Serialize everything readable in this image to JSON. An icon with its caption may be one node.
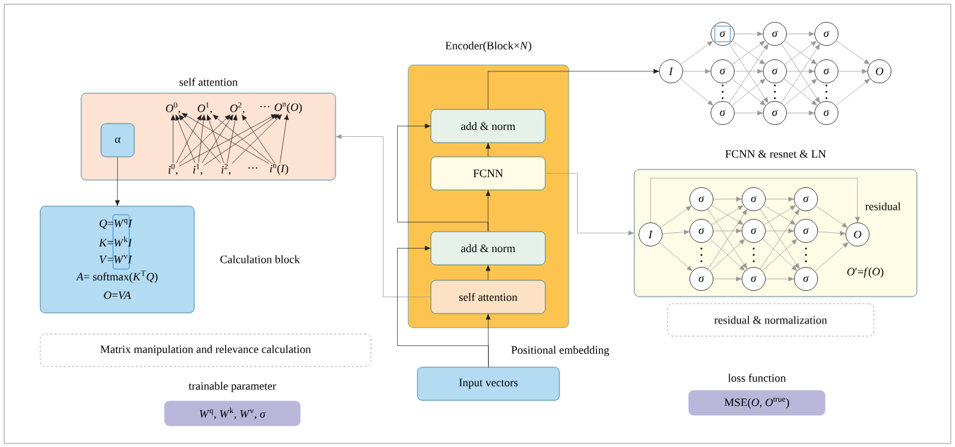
{
  "diagram": {
    "nodes": [
      {
        "text": [
          "self attention"
        ]
      },
      {
        "text": [
          "α"
        ],
        "in": 0
      },
      {
        "text": [
          "*O*$^{0}$,"
        ],
        "in": 0
      },
      {
        "text": [
          "*O*$^{1}$,"
        ],
        "in": 0
      },
      {
        "text": [
          "*O*$^{2}$,"
        ],
        "in": 0
      },
      {
        "text": [
          "*O*$^{n}$(*O*)"
        ],
        "in": 0
      },
      {
        "text": [
          "*i*$^{0}$,"
        ],
        "in": 0
      },
      {
        "text": [
          "*i*$^{1}$,"
        ],
        "in": 0
      },
      {
        "text": [
          "*i*$^{2}$,"
        ],
        "in": 0
      },
      {
        "text": [
          "*i*$^{n}$(*I*)"
        ],
        "in": 0
      },
      {
        "text": [
          "*Q*=*W*$^{q}$*I*",
          "*K*=*W*$^{k}$*I*",
          "*V*=*W*$^{v}$*I*",
          "*A*= softmax(*K*$^{T}$*Q*)",
          "*O*=*VA*"
        ],
        "beside": [
          "Calculation block"
        ]
      },
      {
        "text": [
          "Matrix manipulation and relevance calculation"
        ]
      },
      {
        "text": [
          "trainable parameter",
          "*W*$^{q}$, *W*$^{k}$, *W*$^{v}$, *σ*"
        ]
      },
      {
        "text": [
          "Encoder(Block×*N*)"
        ]
      },
      {
        "text": [
          "add & norm"
        ],
        "in": 13
      },
      {
        "text": [
          "FCNN"
        ],
        "in": 13
      },
      {
        "text": [
          "add & norm"
        ],
        "in": 13
      },
      {
        "text": [
          "self attention"
        ],
        "in": 13
      },
      {
        "text": [
          "Input vectors"
        ]
      },
      {
        "text": [
          "*I*"
        ]
      },
      {
        "text": [
          "*σ*"
        ]
      },
      {
        "text": [
          "*σ*"
        ]
      },
      {
        "text": [
          "*σ*"
        ]
      },
      {
        "text": [
          "*σ*"
        ]
      },
      {
        "text": [
          "*σ*"
        ]
      },
      {
        "text": [
          "*σ*"
        ]
      },
      {
        "text": [
          "*σ*"
        ]
      },
      {
        "text": [
          "*σ*"
        ]
      },
      {
        "text": [
          "*σ*"
        ]
      },
      {
        "text": [
          "*O*"
        ]
      },
      {
        "text": [
          "FCNN & resnet & LN"
        ]
      },
      {
        "text": [
          "*I*"
        ],
        "in": 30
      },
      {
        "text": [
          "*σ*"
        ],
        "in": 30
      },
      {
        "text": [
          "*σ*"
        ],
        "in": 30
      },
      {
        "text": [
          "*σ*"
        ],
        "in": 30
      },
      {
        "text": [
          "*σ*"
        ],
        "in": 30
      },
      {
        "text": [
          "*σ*"
        ],
        "in": 30
      },
      {
        "text": [
          "*σ*"
        ],
        "in": 30
      },
      {
        "text": [
          "*σ*"
        ],
        "in": 30
      },
      {
        "text": [
          "*σ*"
        ],
        "in": 30
      },
      {
        "text": [
          "*σ*"
        ],
        "in": 30
      },
      {
        "text": [
          "*O*"
        ],
        "in": 30
      },
      {
        "text": [
          "residual & normalization"
        ]
      },
      {
        "text": [
          "loss function",
          "MSE(*O*, *O*$^{true}$)"
        ]
      }
    ],
    "edges": [
      {
        "from": 1,
        "to": 10,
        "arrow": "to",
        "color": "#222222"
      },
      {
        "from": 17,
        "to": 0,
        "arrow": "to"
      },
      {
        "from": 15,
        "to": 30,
        "arrow": "to"
      },
      {
        "from": 18,
        "to": 17,
        "arrow": "to",
        "color": "#222222"
      },
      {
        "from": 17,
        "to": 16,
        "arrow": "to",
        "color": "#222222"
      },
      {
        "from": 16,
        "to": 15,
        "arrow": "to",
        "color": "#222222"
      },
      {
        "from": 15,
        "to": 14,
        "arrow": "to",
        "color": "#222222"
      },
      {
        "from": 18,
        "to": 16,
        "arrow": "to",
        "color": "#222222"
      },
      {
        "from": 16,
        "to": 14,
        "arrow": "to",
        "color": "#222222"
      },
      {
        "from": 14,
        "to": 19,
        "arrow": "to",
        "color": "#222222"
      },
      {
        "from": 6,
        "to": 2,
        "arrow": "to",
        "color": "#222222"
      },
      {
        "from": 6,
        "to": 3,
        "arrow": "to",
        "color": "#222222"
      },
      {
        "from": 6,
        "to": 4,
        "arrow": "to",
        "color": "#222222"
      },
      {
        "from": 6,
        "to": 5,
        "arrow": "to",
        "color": "#222222"
      },
      {
        "from": 7,
        "to": 2,
        "arrow": "to",
        "color": "#222222"
      },
      {
        "from": 7,
        "to": 3,
        "arrow": "to",
        "color": "#222222"
      },
      {
        "from": 7,
        "to": 4,
        "arrow": "to",
        "color": "#222222"
      },
      {
        "from": 7,
        "to": 5,
        "arrow": "to",
        "color": "#222222"
      },
      {
        "from": 8,
        "to": 2,
        "arrow": "to",
        "color": "#222222"
      },
      {
        "from": 8,
        "to": 3,
        "arrow": "to",
        "color": "#222222"
      },
      {
        "from": 8,
        "to": 4,
        "arrow": "to",
        "color": "#222222"
      },
      {
        "from": 8,
        "to": 5,
        "arrow": "to",
        "color": "#222222"
      },
      {
        "from": 9,
        "to": 2,
        "arrow": "to",
        "color": "#222222"
      },
      {
        "from": 9,
        "to": 3,
        "arrow": "to",
        "color": "#222222"
      },
      {
        "from": 9,
        "to": 4,
        "arrow": "to",
        "color": "#222222"
      },
      {
        "from": 9,
        "to": 5,
        "arrow": "to",
        "color": "#222222"
      },
      {
        "from": 19,
        "to": 20,
        "arrow": "to"
      },
      {
        "from": 19,
        "to": 21,
        "arrow": "to"
      },
      {
        "from": 19,
        "to": 22,
        "arrow": "to"
      },
      {
        "from": 20,
        "to": 23,
        "arrow": "to"
      },
      {
        "from": 20,
        "to": 24,
        "arrow": "to"
      },
      {
        "from": 20,
        "to": 25,
        "arrow": "to"
      },
      {
        "from": 21,
        "to": 23,
        "arrow": "to"
      },
      {
        "from": 21,
        "to": 24,
        "arrow": "to"
      },
      {
        "from": 21,
        "to": 25,
        "arrow": "to"
      },
      {
        "from": 22,
        "to": 23,
        "arrow": "to"
      },
      {
        "from": 22,
        "to": 24,
        "arrow": "to"
      },
      {
        "from": 22,
        "to": 25,
        "arrow": "to"
      },
      {
        "from": 23,
        "to": 26,
        "arrow": "to"
      },
      {
        "from": 23,
        "to": 27,
        "arrow": "to"
      },
      {
        "from": 23,
        "to": 28,
        "arrow": "to"
      },
      {
        "from": 24,
        "to": 26,
        "arrow": "to"
      },
      {
        "from": 24,
        "to": 27,
        "arrow": "to"
      },
      {
        "from": 24,
        "to": 28,
        "arrow": "to"
      },
      {
        "from": 25,
        "to": 26,
        "arrow": "to"
      },
      {
        "from": 25,
        "to": 27,
        "arrow": "to"
      },
      {
        "from": 25,
        "to": 28,
        "arrow": "to"
      },
      {
        "from": 26,
        "to": 29,
        "arrow": "to"
      },
      {
        "from": 27,
        "to": 29,
        "arrow": "to"
      },
      {
        "from": 28,
        "to": 29,
        "arrow": "to"
      },
      {
        "from": 31,
        "to": 32,
        "arrow": "to"
      },
      {
        "from": 31,
        "to": 33,
        "arrow": "to"
      },
      {
        "from": 31,
        "to": 34,
        "arrow": "to"
      },
      {
        "from": 32,
        "to": 35,
        "arrow": "to"
      },
      {
        "from": 32,
        "to": 36,
        "arrow": "to"
      },
      {
        "from": 32,
        "to": 37,
        "arrow": "to"
      },
      {
        "from": 33,
        "to": 35,
        "arrow": "to"
      },
      {
        "from": 33,
        "to": 36,
        "arrow": "to"
      },
      {
        "from": 33,
        "to": 37,
        "arrow": "to"
      },
      {
        "from": 34,
        "to": 35,
        "arrow": "to"
      },
      {
        "from": 34,
        "to": 36,
        "arrow": "to"
      },
      {
        "from": 34,
        "to": 37,
        "arrow": "to"
      },
      {
        "from": 35,
        "to": 38,
        "arrow": "to"
      },
      {
        "from": 35,
        "to": 39,
        "arrow": "to"
      },
      {
        "from": 35,
        "to": 40,
        "arrow": "to"
      },
      {
        "from": 36,
        "to": 38,
        "arrow": "to"
      },
      {
        "from": 36,
        "to": 39,
        "arrow": "to"
      },
      {
        "from": 36,
        "to": 40,
        "arrow": "to"
      },
      {
        "from": 37,
        "to": 38,
        "arrow": "to"
      },
      {
        "from": 37,
        "to": 39,
        "arrow": "to"
      },
      {
        "from": 37,
        "to": 40,
        "arrow": "to"
      },
      {
        "from": 38,
        "to": 41,
        "arrow": "to"
      },
      {
        "from": 39,
        "to": 41,
        "arrow": "to"
      },
      {
        "from": 40,
        "to": 41,
        "arrow": "to"
      },
      {
        "from": 31,
        "to": 41,
        "arrow": "to",
        "label": "residual"
      }
    ],
    "labels": [
      "···",
      "···",
      "Positional embedding",
      "*O*′=*f*(*O*)"
    ]
  }
}
